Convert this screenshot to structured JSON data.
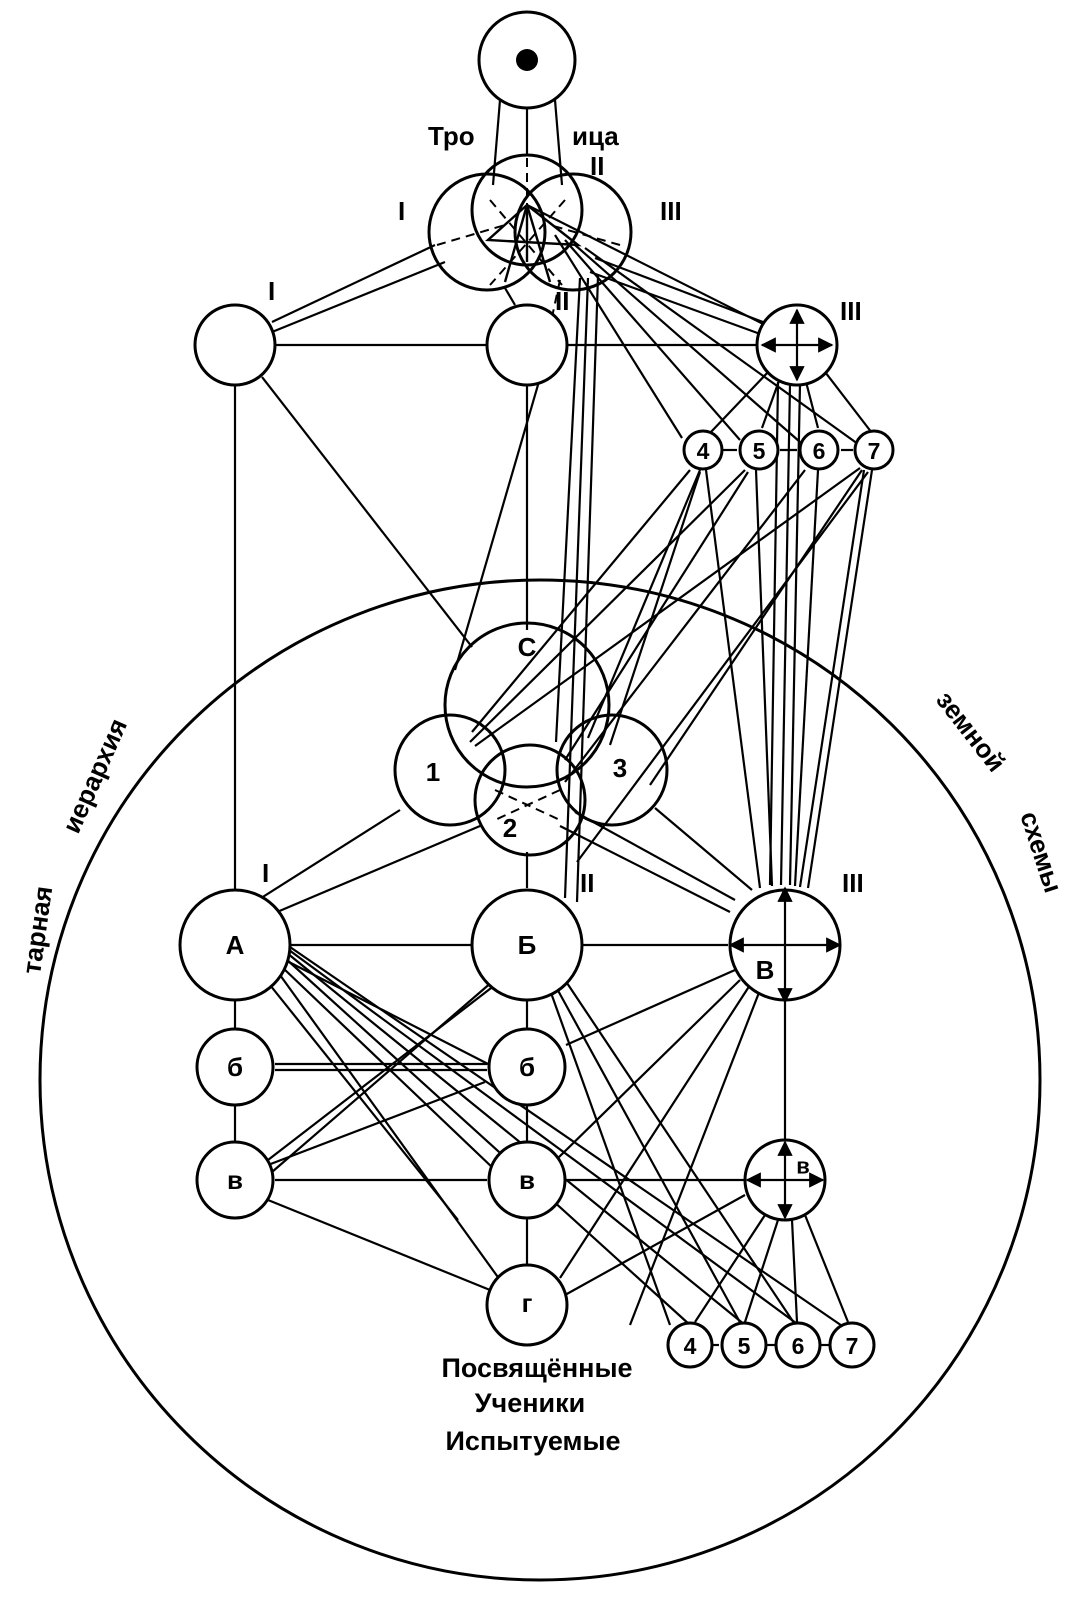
{
  "labels": {
    "trinity_left": "Тро",
    "trinity_right": "ица",
    "trinity_I": "I",
    "trinity_II": "II",
    "trinity_III": "III",
    "row1_I": "I",
    "row1_II": "II",
    "row1_III": "III",
    "row3_I": "I",
    "row3_II": "II",
    "row3_III": "III"
  },
  "nodes": {
    "c": "С",
    "n1": "1",
    "n2": "2",
    "n3": "3",
    "a": "А",
    "b_big": "Б",
    "v_big": "В",
    "b_left": "б",
    "b_mid": "б",
    "v_left": "в",
    "v_mid": "в",
    "v_right": "в",
    "g": "г",
    "top4": "4",
    "top5": "5",
    "top6": "6",
    "top7": "7",
    "bot4": "4",
    "bot5": "5",
    "bot6": "6",
    "bot7": "7"
  },
  "arc_text": {
    "left_1": "иерархия",
    "left_2": "тарная",
    "right_1": "земной",
    "right_2": "схемы"
  },
  "caption": {
    "line1": "Посвящённые",
    "line2": "Ученики",
    "line3": "Испытуемые"
  }
}
